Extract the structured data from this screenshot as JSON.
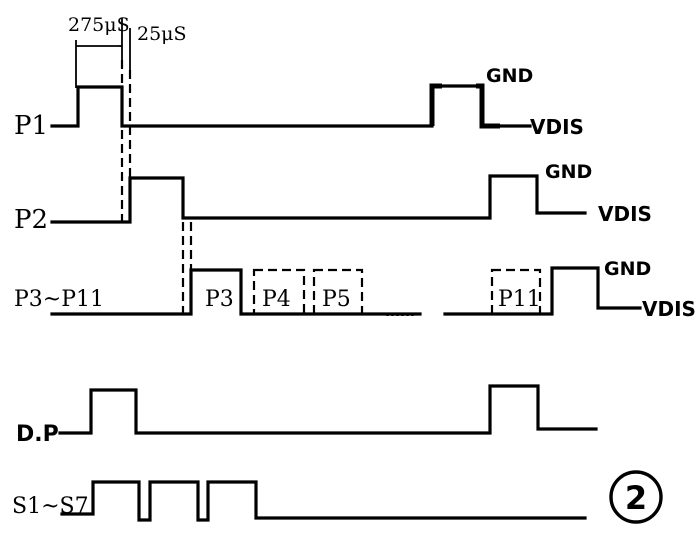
{
  "signals": {
    "p1": "P1",
    "p2": "P2",
    "p3_p11": "P3~P11",
    "dp": "D.P",
    "s1_s7": "S1~S7"
  },
  "pulses": {
    "p3": "P3",
    "p4": "P4",
    "p5": "P5",
    "p11": "P11",
    "ellipsis": "......"
  },
  "levels": {
    "gnd_1": "GND",
    "vdis_1": "VDIS",
    "gnd_2": "GND",
    "vdis_2": "VDIS",
    "gnd_3": "GND",
    "vdis_3": "VDIS"
  },
  "timing": {
    "t1": "275μS",
    "t2": "25μS"
  },
  "figure_number": "2"
}
